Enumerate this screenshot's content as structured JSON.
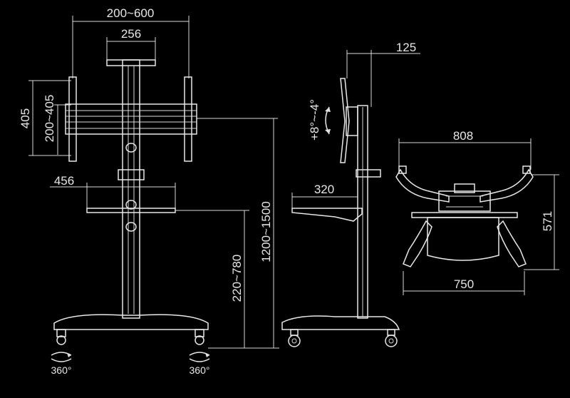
{
  "front": {
    "mount_width_range": "200~600",
    "pole_bracket_width": "256",
    "mount_height_fixed": "405",
    "mount_height_range": "200~405",
    "shelf_width": "456",
    "shelf_height_range": "220~780",
    "total_height_range": "1200~1500",
    "caster_left_rotation": "360°",
    "caster_right_rotation": "360°"
  },
  "side": {
    "offset": "125",
    "tilt": "+8°~-4°",
    "shelf_depth": "320"
  },
  "base": {
    "top_width": "808",
    "depth": "571",
    "bottom_width": "750"
  },
  "colors": {
    "background": "#000000",
    "line": "#d9d9d9"
  }
}
